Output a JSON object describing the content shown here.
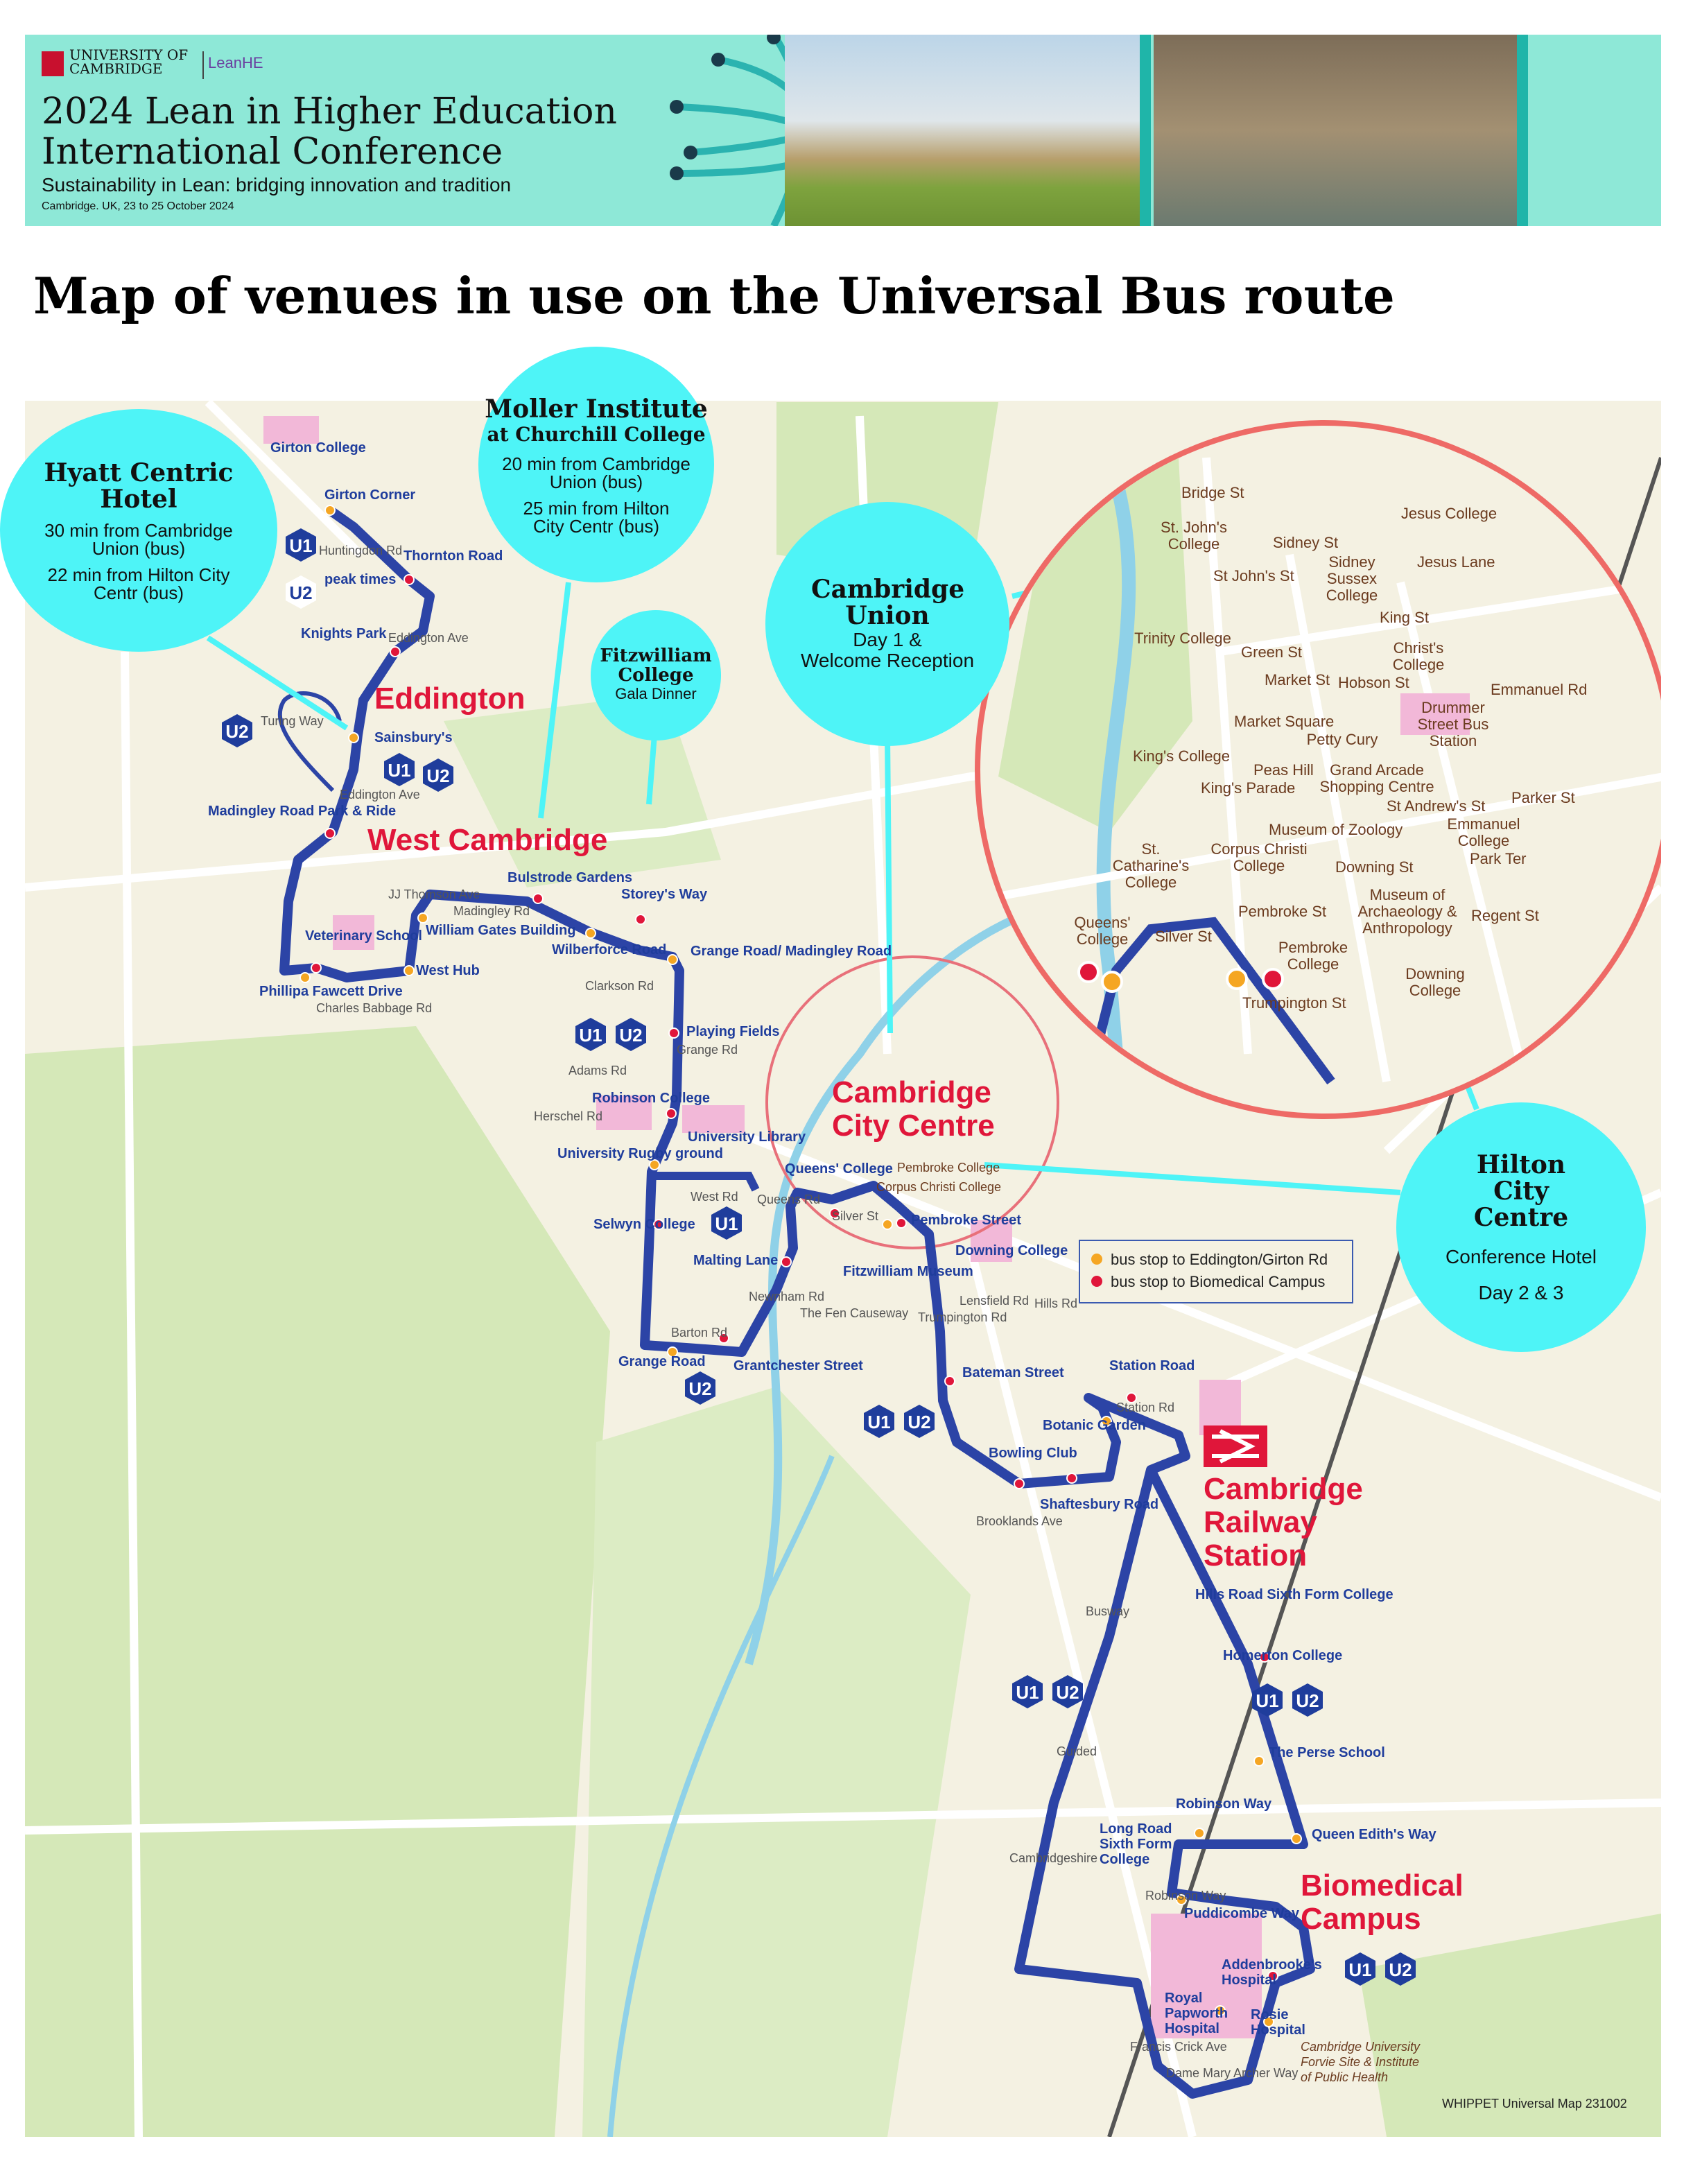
{
  "banner": {
    "university": "UNIVERSITY OF CAMBRIDGE",
    "partner": "LeanHE",
    "title_line1": "2024 Lean in Higher Education",
    "title_line2": "International Conference",
    "subtitle": "Sustainability in Lean: bridging innovation and tradition",
    "dateline": "Cambridge. UK, 23 to 25 October 2024"
  },
  "page_title": "Map of venues in use on the Universal Bus route",
  "callouts": {
    "hyatt": {
      "name": "Hyatt Centric Hotel",
      "line1": "30 min from Cambridge Union (bus)",
      "line2": "22 min from Hilton City Centr (bus)"
    },
    "moller": {
      "name": "Moller Institute",
      "sub": "at Churchill College",
      "line1": "20 min from Cambridge Union (bus)",
      "line2": "25 min from Hilton City Centr (bus)"
    },
    "fitzwilliam": {
      "name": "Fitzwilliam College",
      "sub": "Gala Dinner"
    },
    "union": {
      "name": "Cambridge Union",
      "line1": "Day 1 &",
      "line2": "Welcome Reception"
    },
    "hilton": {
      "name": "Hilton City Centre",
      "line1": "Conference Hotel",
      "line2": "Day 2 & 3"
    }
  },
  "areas": [
    "Eddington",
    "West Cambridge",
    "Cambridge City Centre",
    "Cambridge Railway Station",
    "Biomedical Campus"
  ],
  "stops": [
    "Girton College",
    "Girton Corner",
    "Thornton Road",
    "Knights Park",
    "Sainsbury's",
    "Madingley Road Park & Ride",
    "Veterinary School",
    "Phillipa Fawcett Drive",
    "William Gates Building",
    "West Hub",
    "Bulstrode Gardens",
    "Storey's Way",
    "Wilberforce Road",
    "Grange Road/ Madingley Road",
    "Playing Fields",
    "Robinson College",
    "University Library",
    "University Rugby ground",
    "Selwyn College",
    "Malting Lane",
    "Queens' College",
    "Grange Road",
    "Grantchester Street",
    "Pembroke Street",
    "Fitzwilliam Museum",
    "Downing College",
    "Bateman Street",
    "Station Road",
    "Botanic Garden",
    "Bowling Club",
    "Shaftesbury Road",
    "Hills Road Sixth Form College",
    "Homerton College",
    "The Perse School",
    "Queen Edith's Way",
    "Robinson Way",
    "Long Road Sixth Form College",
    "Puddicombe Way",
    "Addenbrooke's Hospital",
    "Royal Papworth Hospital",
    "Rosie Hospital",
    "Cambridge University Forvie Site & Institute of Public Health",
    "peak times"
  ],
  "roads": [
    "Huntingdon Rd",
    "Eddington Ave",
    "Turing Way",
    "Eddington Ave",
    "JJ Thomson Ave",
    "Charles Babbage Rd",
    "Madingley Rd",
    "Clarkson Rd",
    "Grange Rd",
    "Adams Rd",
    "Herschel Rd",
    "West Rd",
    "Queens Rd",
    "Barton Rd",
    "Newnham Rd",
    "Silver St",
    "The Fen Causeway",
    "Trumpington Rd",
    "Lensfield Rd",
    "Hills Rd",
    "Station Rd",
    "Brooklands Ave",
    "Busway",
    "Guided",
    "Cambridgeshire",
    "Robinson Way",
    "Francis Crick Ave",
    "Dame Mary Archer Way"
  ],
  "inset_places": [
    "St. John's College",
    "Bridge St",
    "Jesus College",
    "Jesus Lane",
    "Sidney Sussex College",
    "Trinity College",
    "St John's St",
    "Sidney St",
    "Green St",
    "King St",
    "Christ's College",
    "Market St",
    "Hobson St",
    "Market Square",
    "Petty Cury",
    "Drummer Street Bus Station",
    "Emmanuel Rd",
    "King's College",
    "Peas Hill",
    "King's Parade",
    "Grand Arcade Shopping Centre",
    "St Andrew's St",
    "Parker St",
    "Emmanuel College",
    "St. Catharine's College",
    "Corpus Christi College",
    "Museum of Zoology",
    "Downing St",
    "Park Ter",
    "Pembroke St",
    "Museum of Archaeology & Anthropology",
    "Regent St",
    "Queens' College",
    "Silver St",
    "Pembroke College",
    "Downing College",
    "Trumpington St"
  ],
  "centre_labels": [
    "Corpus Christi College",
    "Pembroke College"
  ],
  "route_badges": {
    "u1": "U1",
    "u2": "U2"
  },
  "legend": {
    "orange": "bus stop to Eddington/Girton Rd",
    "red": "bus stop to Biomedical Campus"
  },
  "credit": "WHIPPET Universal Map 231002",
  "colors": {
    "route": "#2c44a6",
    "orange": "#f5a623",
    "red": "#e0163a",
    "bubble": "#4ef4f7",
    "banner": "#8ee8d7",
    "area": "#e0163a"
  }
}
